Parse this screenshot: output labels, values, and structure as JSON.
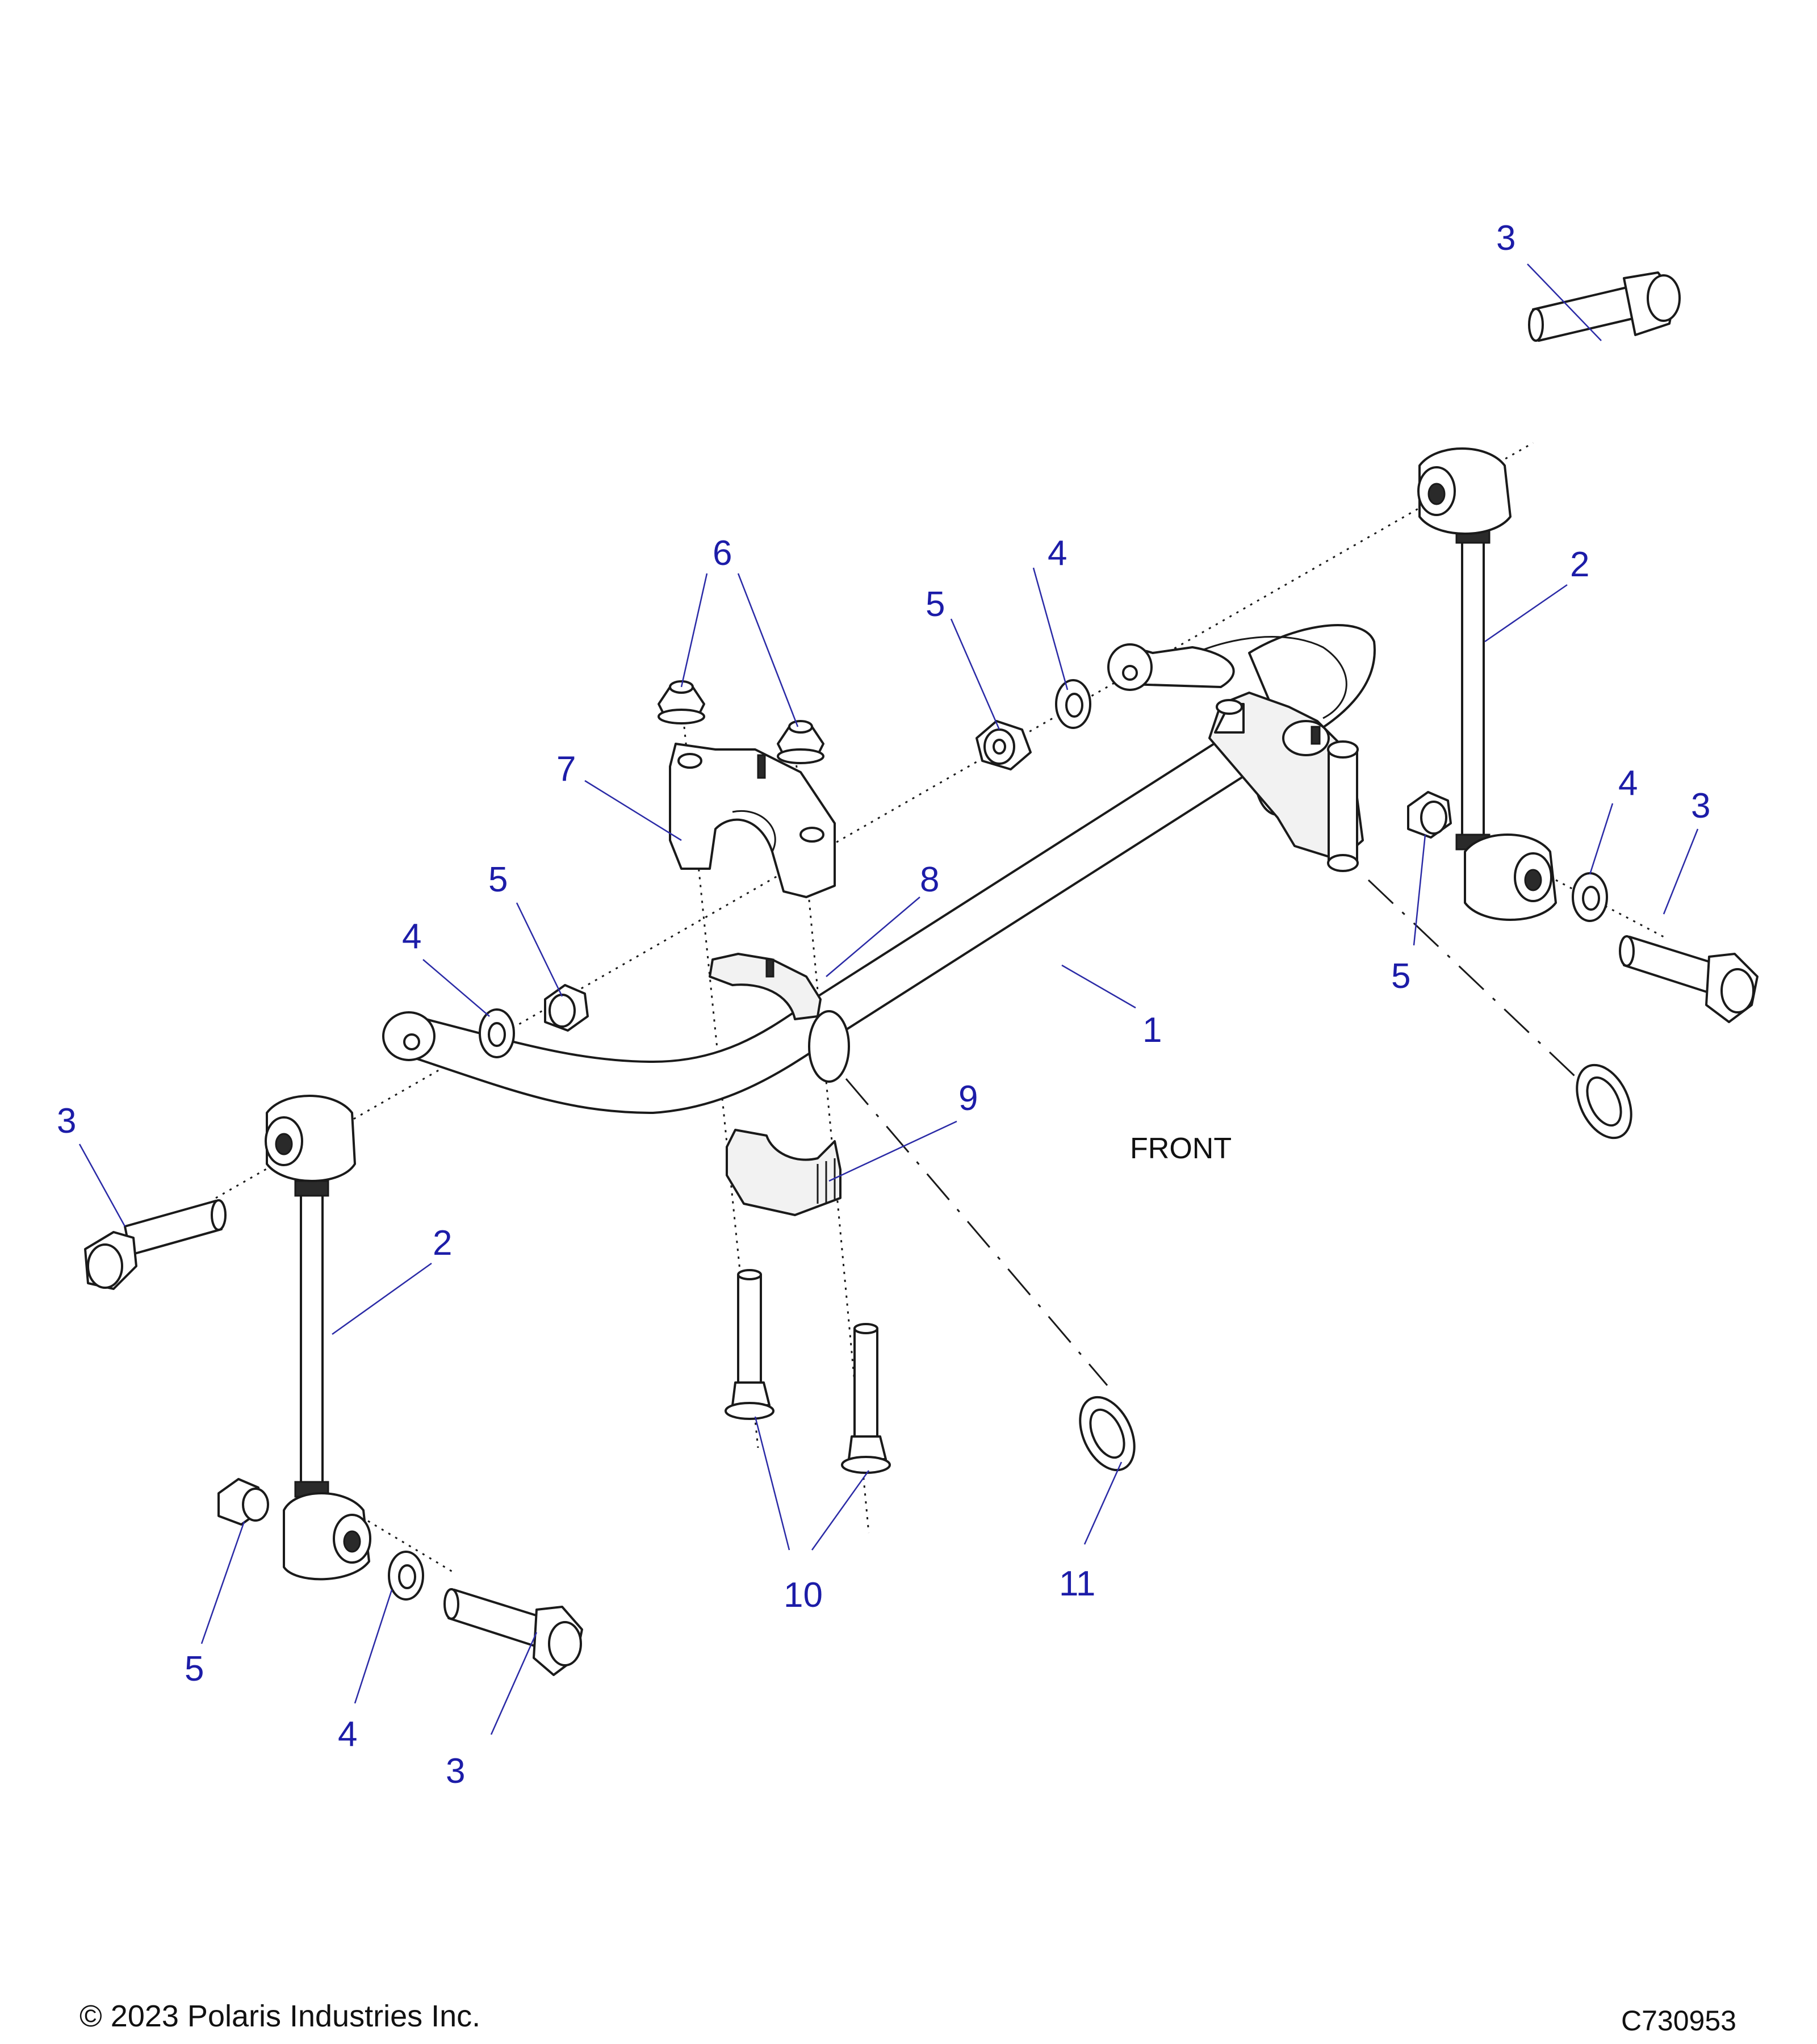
{
  "diagram": {
    "callouts": {
      "c1": "1",
      "c2a": "2",
      "c2b": "2",
      "c3a": "3",
      "c3b": "3",
      "c3c": "3",
      "c3d": "3",
      "c4a": "4",
      "c4b": "4",
      "c4c": "4",
      "c4d": "4",
      "c5a": "5",
      "c5b": "5",
      "c5c": "5",
      "c5d": "5",
      "c6": "6",
      "c7": "7",
      "c8": "8",
      "c9": "9",
      "c10": "10",
      "c11": "11"
    },
    "front_label": "FRONT"
  },
  "footer": {
    "copyright": "© 2023 Polaris Industries Inc.",
    "figure_id": "C730953"
  }
}
